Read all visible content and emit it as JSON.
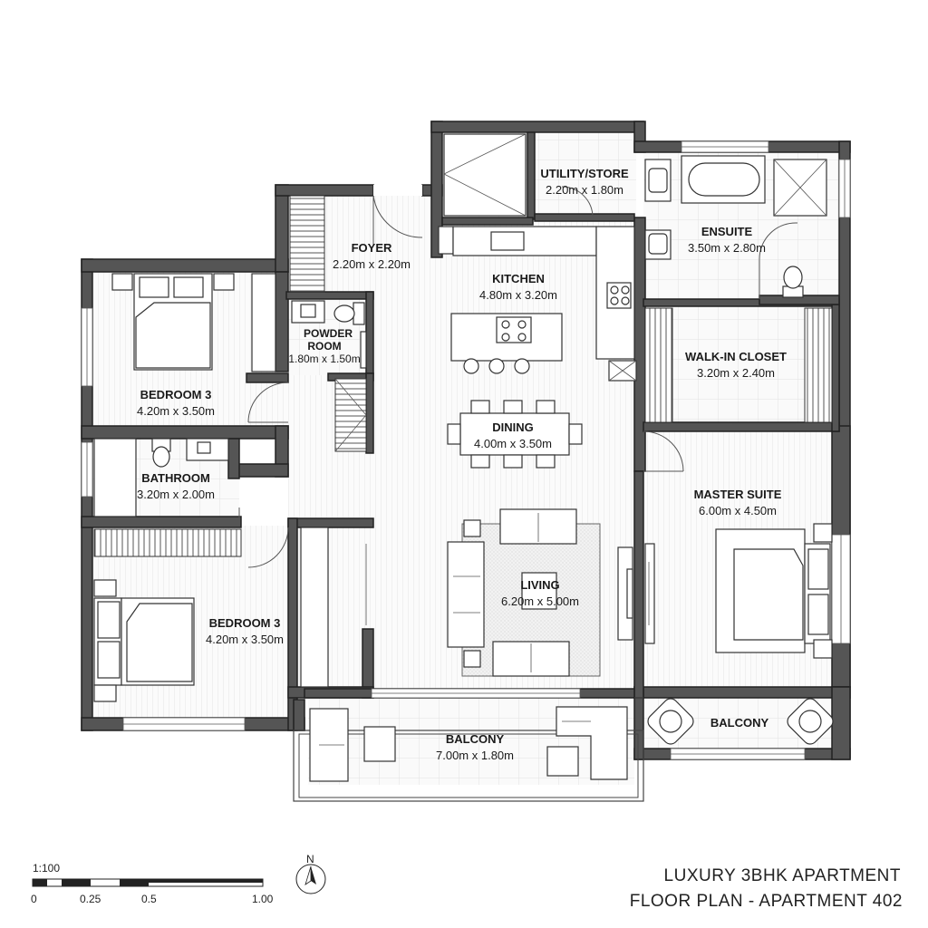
{
  "title": {
    "line1": "LUXURY 3BHK APARTMENT",
    "line2": "FLOOR PLAN - APARTMENT 402"
  },
  "rooms": {
    "foyer": {
      "name": "FOYER",
      "size": "2.20m x 2.20m"
    },
    "utility": {
      "name": "UTILITY/STORE",
      "size": "2.20m x 1.80m"
    },
    "ensuite": {
      "name": "ENSUITE",
      "size": "3.50m x 2.80m"
    },
    "kitchen": {
      "name": "KITCHEN",
      "size": "4.80m x 3.20m"
    },
    "powder": {
      "name1": "POWDER",
      "name2": "ROOM",
      "size": "1.80m x 1.50m"
    },
    "bedroom_upper": {
      "name": "BEDROOM 3",
      "size": "4.20m x 3.50m"
    },
    "walkin": {
      "name": "WALK-IN CLOSET",
      "size": "3.20m x 2.40m"
    },
    "dining": {
      "name": "DINING",
      "size": "4.00m x 3.50m"
    },
    "bathroom": {
      "name": "BATHROOM",
      "size": "3.20m x 2.00m"
    },
    "master": {
      "name": "MASTER SUITE",
      "size": "6.00m x 4.50m"
    },
    "living": {
      "name": "LIVING",
      "size": "6.20m x 5.00m"
    },
    "bedroom_lower": {
      "name": "BEDROOM 3",
      "size": "4.20m x 3.50m"
    },
    "balcony_main": {
      "name": "BALCONY",
      "size": "7.00m x 1.80m"
    },
    "balcony_master": {
      "name": "BALCONY"
    }
  },
  "scale_bar": {
    "ratio": "1:100",
    "ticks": [
      "0",
      "0.25",
      "0.5",
      "1.00"
    ]
  },
  "north_arrow": {
    "label": "N",
    "icon": "north-arrow-icon"
  }
}
